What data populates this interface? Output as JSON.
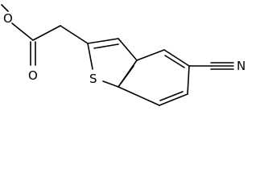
{
  "structure": {
    "atoms": {
      "methyl_oxygen": "O",
      "carbonyl_oxygen": "O",
      "ring_sulfur": "S",
      "nitrile_nitrogen": "N"
    }
  }
}
